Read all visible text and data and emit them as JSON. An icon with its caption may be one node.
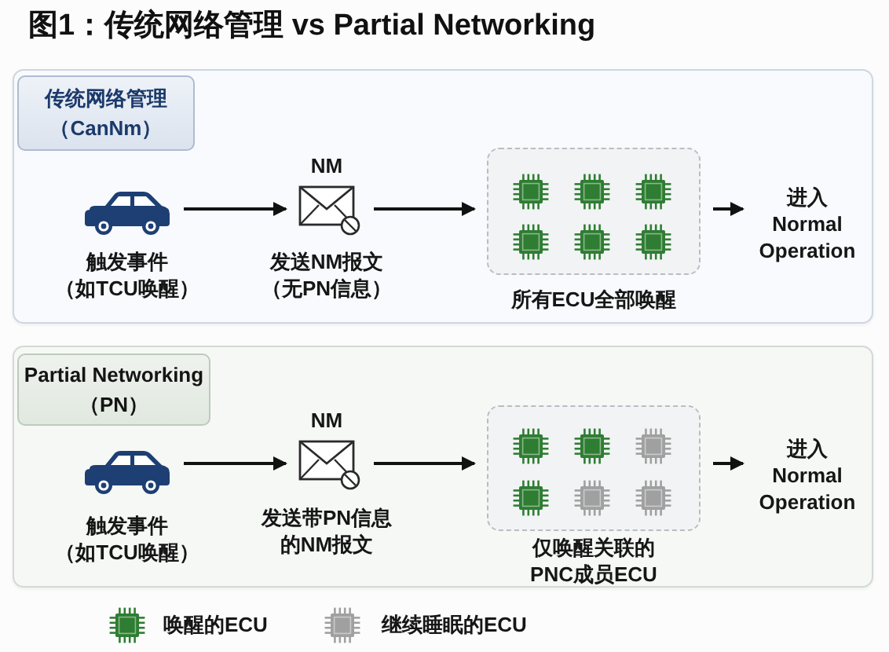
{
  "diagram": {
    "title": "图1：传统网络管理 vs Partial Networking",
    "nodes": [
      {
        "text": [],
        "shape": "box"
      },
      {
        "text": [
          "传统网络管理（CanNm）"
        ],
        "in": 0
      },
      {
        "text": [],
        "shape": "picture",
        "in": 0,
        "beside": [
          "触发事件（如TCU唤醒）"
        ]
      },
      {
        "text": [],
        "shape": "picture",
        "in": 0,
        "beside": [
          "NM",
          "发送NM报文（无PN信息）"
        ]
      },
      {
        "text": [],
        "shape": "box",
        "in": 0,
        "beside": [
          "所有ECU全部唤醒"
        ]
      },
      {
        "text": [
          "进入 Normal Operation"
        ],
        "in": 0
      },
      {
        "text": [],
        "shape": "box"
      },
      {
        "text": [
          "Partial Networking（PN）"
        ],
        "in": 6
      },
      {
        "text": [],
        "shape": "picture",
        "in": 6,
        "beside": [
          "触发事件（如TCU唤醒）"
        ]
      },
      {
        "text": [],
        "shape": "picture",
        "in": 6,
        "beside": [
          "NM",
          "发送带PN信息的NM报文"
        ]
      },
      {
        "text": [],
        "shape": "box",
        "in": 6,
        "beside": [
          "仅唤醒关联的PNC成员ECU"
        ]
      },
      {
        "text": [
          "进入 Normal Operation"
        ],
        "in": 6
      }
    ],
    "edges": [
      {
        "from": 2,
        "to": 3,
        "arrow": "to"
      },
      {
        "from": 3,
        "to": 4,
        "arrow": "to"
      },
      {
        "from": 4,
        "to": 5,
        "arrow": "to"
      },
      {
        "from": 8,
        "to": 9,
        "arrow": "to"
      },
      {
        "from": 9,
        "to": 10,
        "arrow": "to"
      },
      {
        "from": 10,
        "to": 11,
        "arrow": "to"
      }
    ],
    "legend": [
      {
        "text": "唤醒的ECU",
        "color": "#2e7d32"
      },
      {
        "text": "继续睡眠的ECU",
        "color": "#a0a0a0"
      }
    ]
  }
}
